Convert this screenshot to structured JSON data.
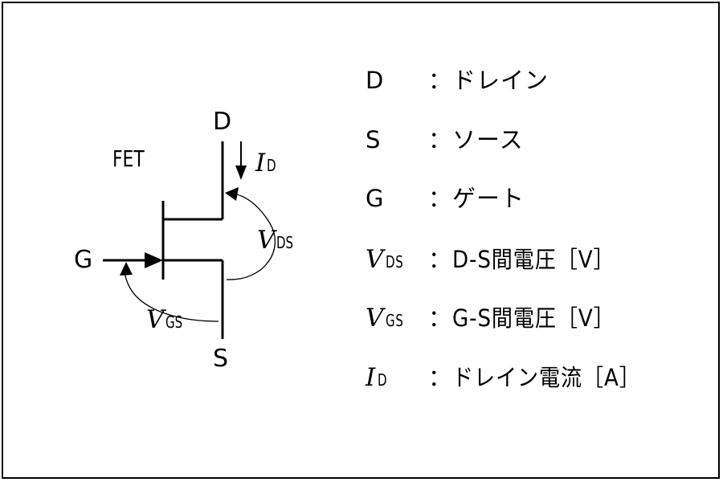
{
  "circuit": {
    "title": "FET",
    "terminal_d": "D",
    "terminal_s": "S",
    "terminal_g": "G",
    "id_symbol": "I",
    "id_sub": "D",
    "vds_symbol": "V",
    "vds_sub": "DS",
    "vgs_symbol": "V",
    "vgs_sub": "GS"
  },
  "legend": [
    {
      "symbol": "D",
      "sub": "",
      "sep": "：",
      "text": "ドレイン"
    },
    {
      "symbol": "S",
      "sub": "",
      "sep": "：",
      "text": "ソース"
    },
    {
      "symbol": "G",
      "sub": "",
      "sep": "：",
      "text": "ゲート"
    },
    {
      "symbol": "V",
      "sub": "DS",
      "sep": "：",
      "text": "D-S間電圧［V］"
    },
    {
      "symbol": "V",
      "sub": "GS",
      "sep": "：",
      "text": "G-S間電圧［V］"
    },
    {
      "symbol": "I",
      "sub": "D",
      "sep": "：",
      "text": "ドレイン電流［A］"
    }
  ]
}
